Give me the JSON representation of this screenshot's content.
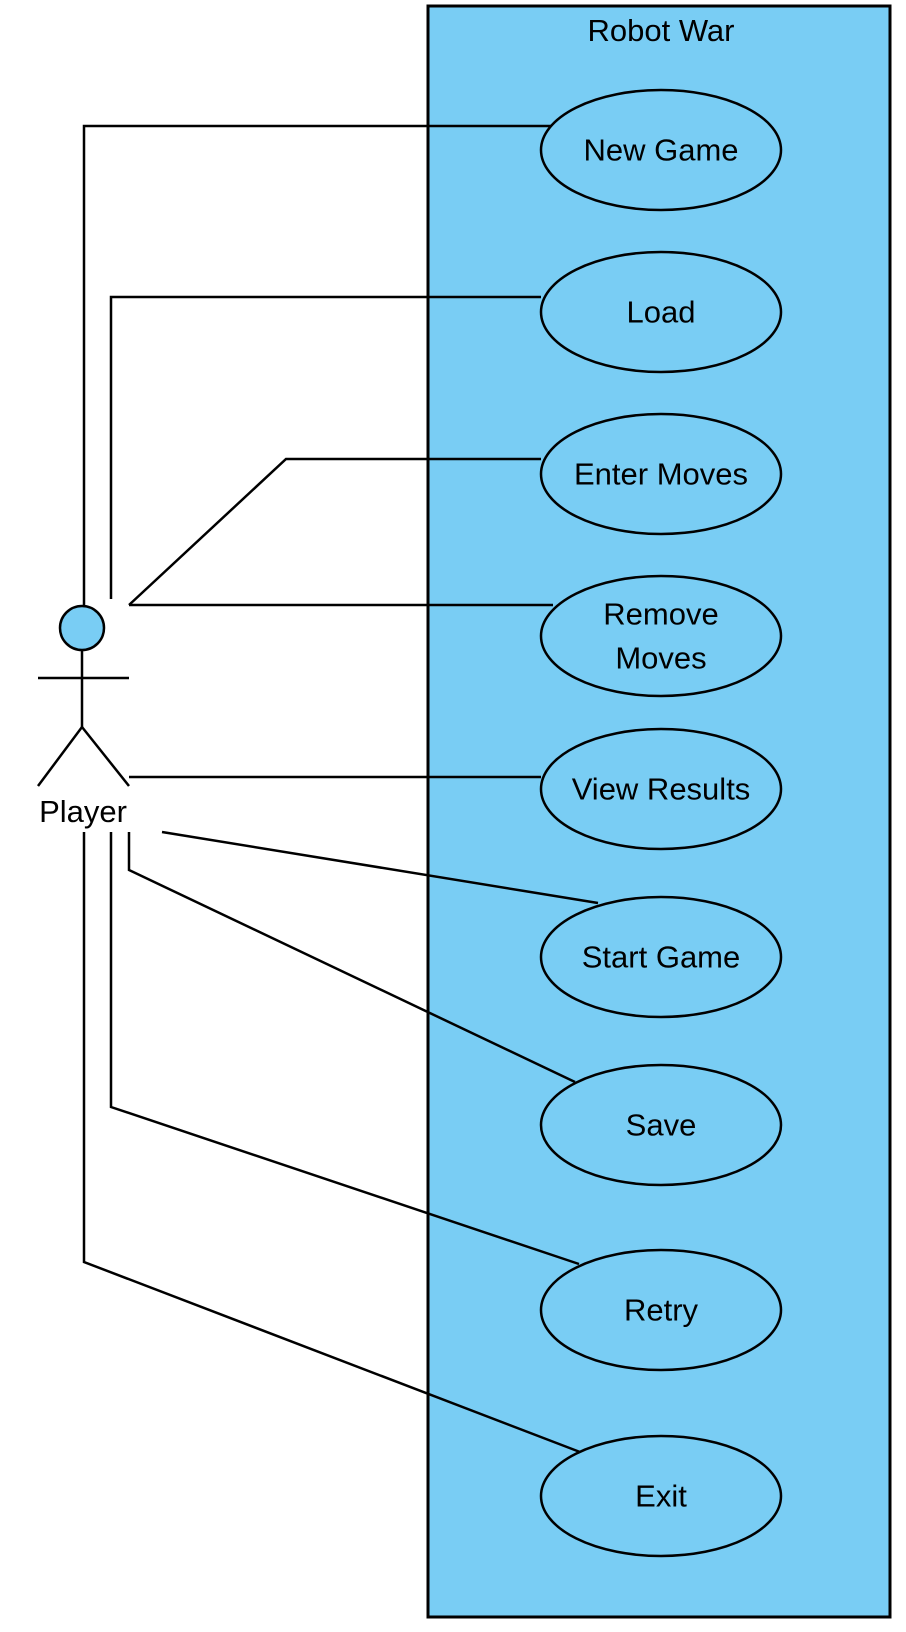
{
  "system": {
    "title": "Robot War"
  },
  "actor": {
    "name": "Player"
  },
  "use_cases": [
    {
      "id": "new-game",
      "lines": [
        "New Game"
      ]
    },
    {
      "id": "load",
      "lines": [
        "Load"
      ]
    },
    {
      "id": "enter-moves",
      "lines": [
        "Enter Moves"
      ]
    },
    {
      "id": "remove-moves",
      "lines": [
        "Remove",
        "Moves"
      ]
    },
    {
      "id": "view-results",
      "lines": [
        "View Results"
      ]
    },
    {
      "id": "start-game",
      "lines": [
        "Start Game"
      ]
    },
    {
      "id": "save",
      "lines": [
        "Save"
      ]
    },
    {
      "id": "retry",
      "lines": [
        "Retry"
      ]
    },
    {
      "id": "exit",
      "lines": [
        "Exit"
      ]
    }
  ],
  "colors": {
    "fill": "#79cdf4",
    "stroke": "#000000"
  }
}
